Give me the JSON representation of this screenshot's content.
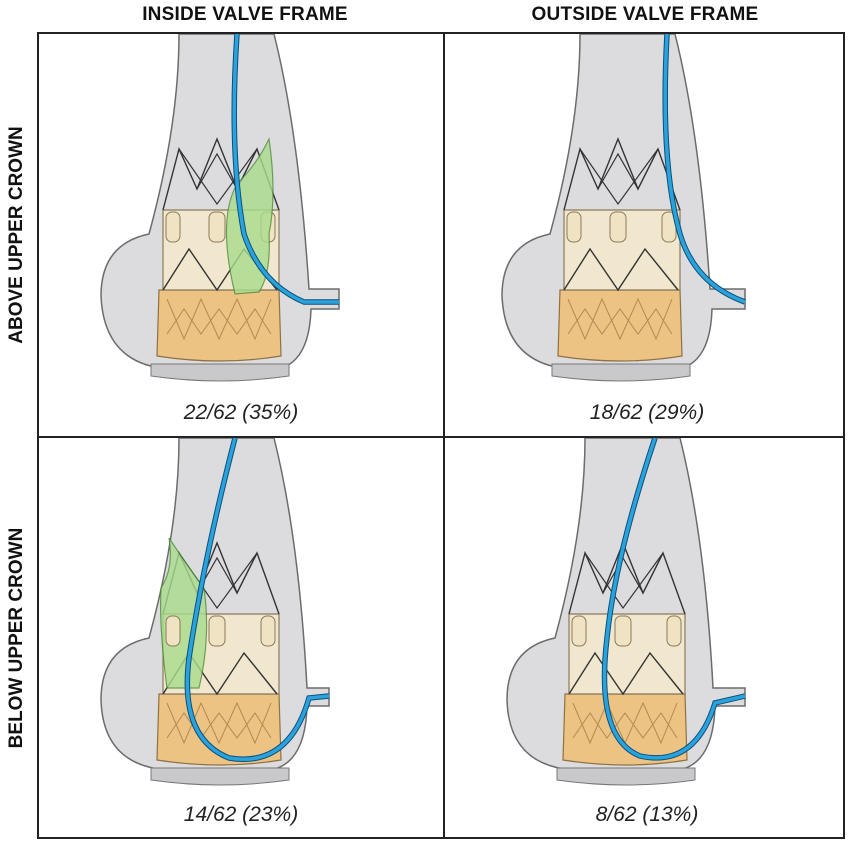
{
  "headers": {
    "col_inside": "INSIDE VALVE FRAME",
    "col_outside": "OUTSIDE VALVE FRAME",
    "row_above": "ABOVE UPPER CROWN",
    "row_below": "BELOW UPPER CROWN"
  },
  "cells": {
    "above_inside": {
      "caption": "22/62 (35%)"
    },
    "above_outside": {
      "caption": "18/62 (29%)"
    },
    "below_inside": {
      "caption": "14/62 (23%)"
    },
    "below_outside": {
      "caption": "8/62 (13%)"
    }
  },
  "colors": {
    "aorta": "#dcdcde",
    "aorta_stroke": "#6c6c6c",
    "wire": "#2aa3dc",
    "wire_stroke": "#0d4f7a",
    "leaflet": "#f1e7cf",
    "skirt": "#edc27f",
    "highlight": "#a9dd8c"
  }
}
